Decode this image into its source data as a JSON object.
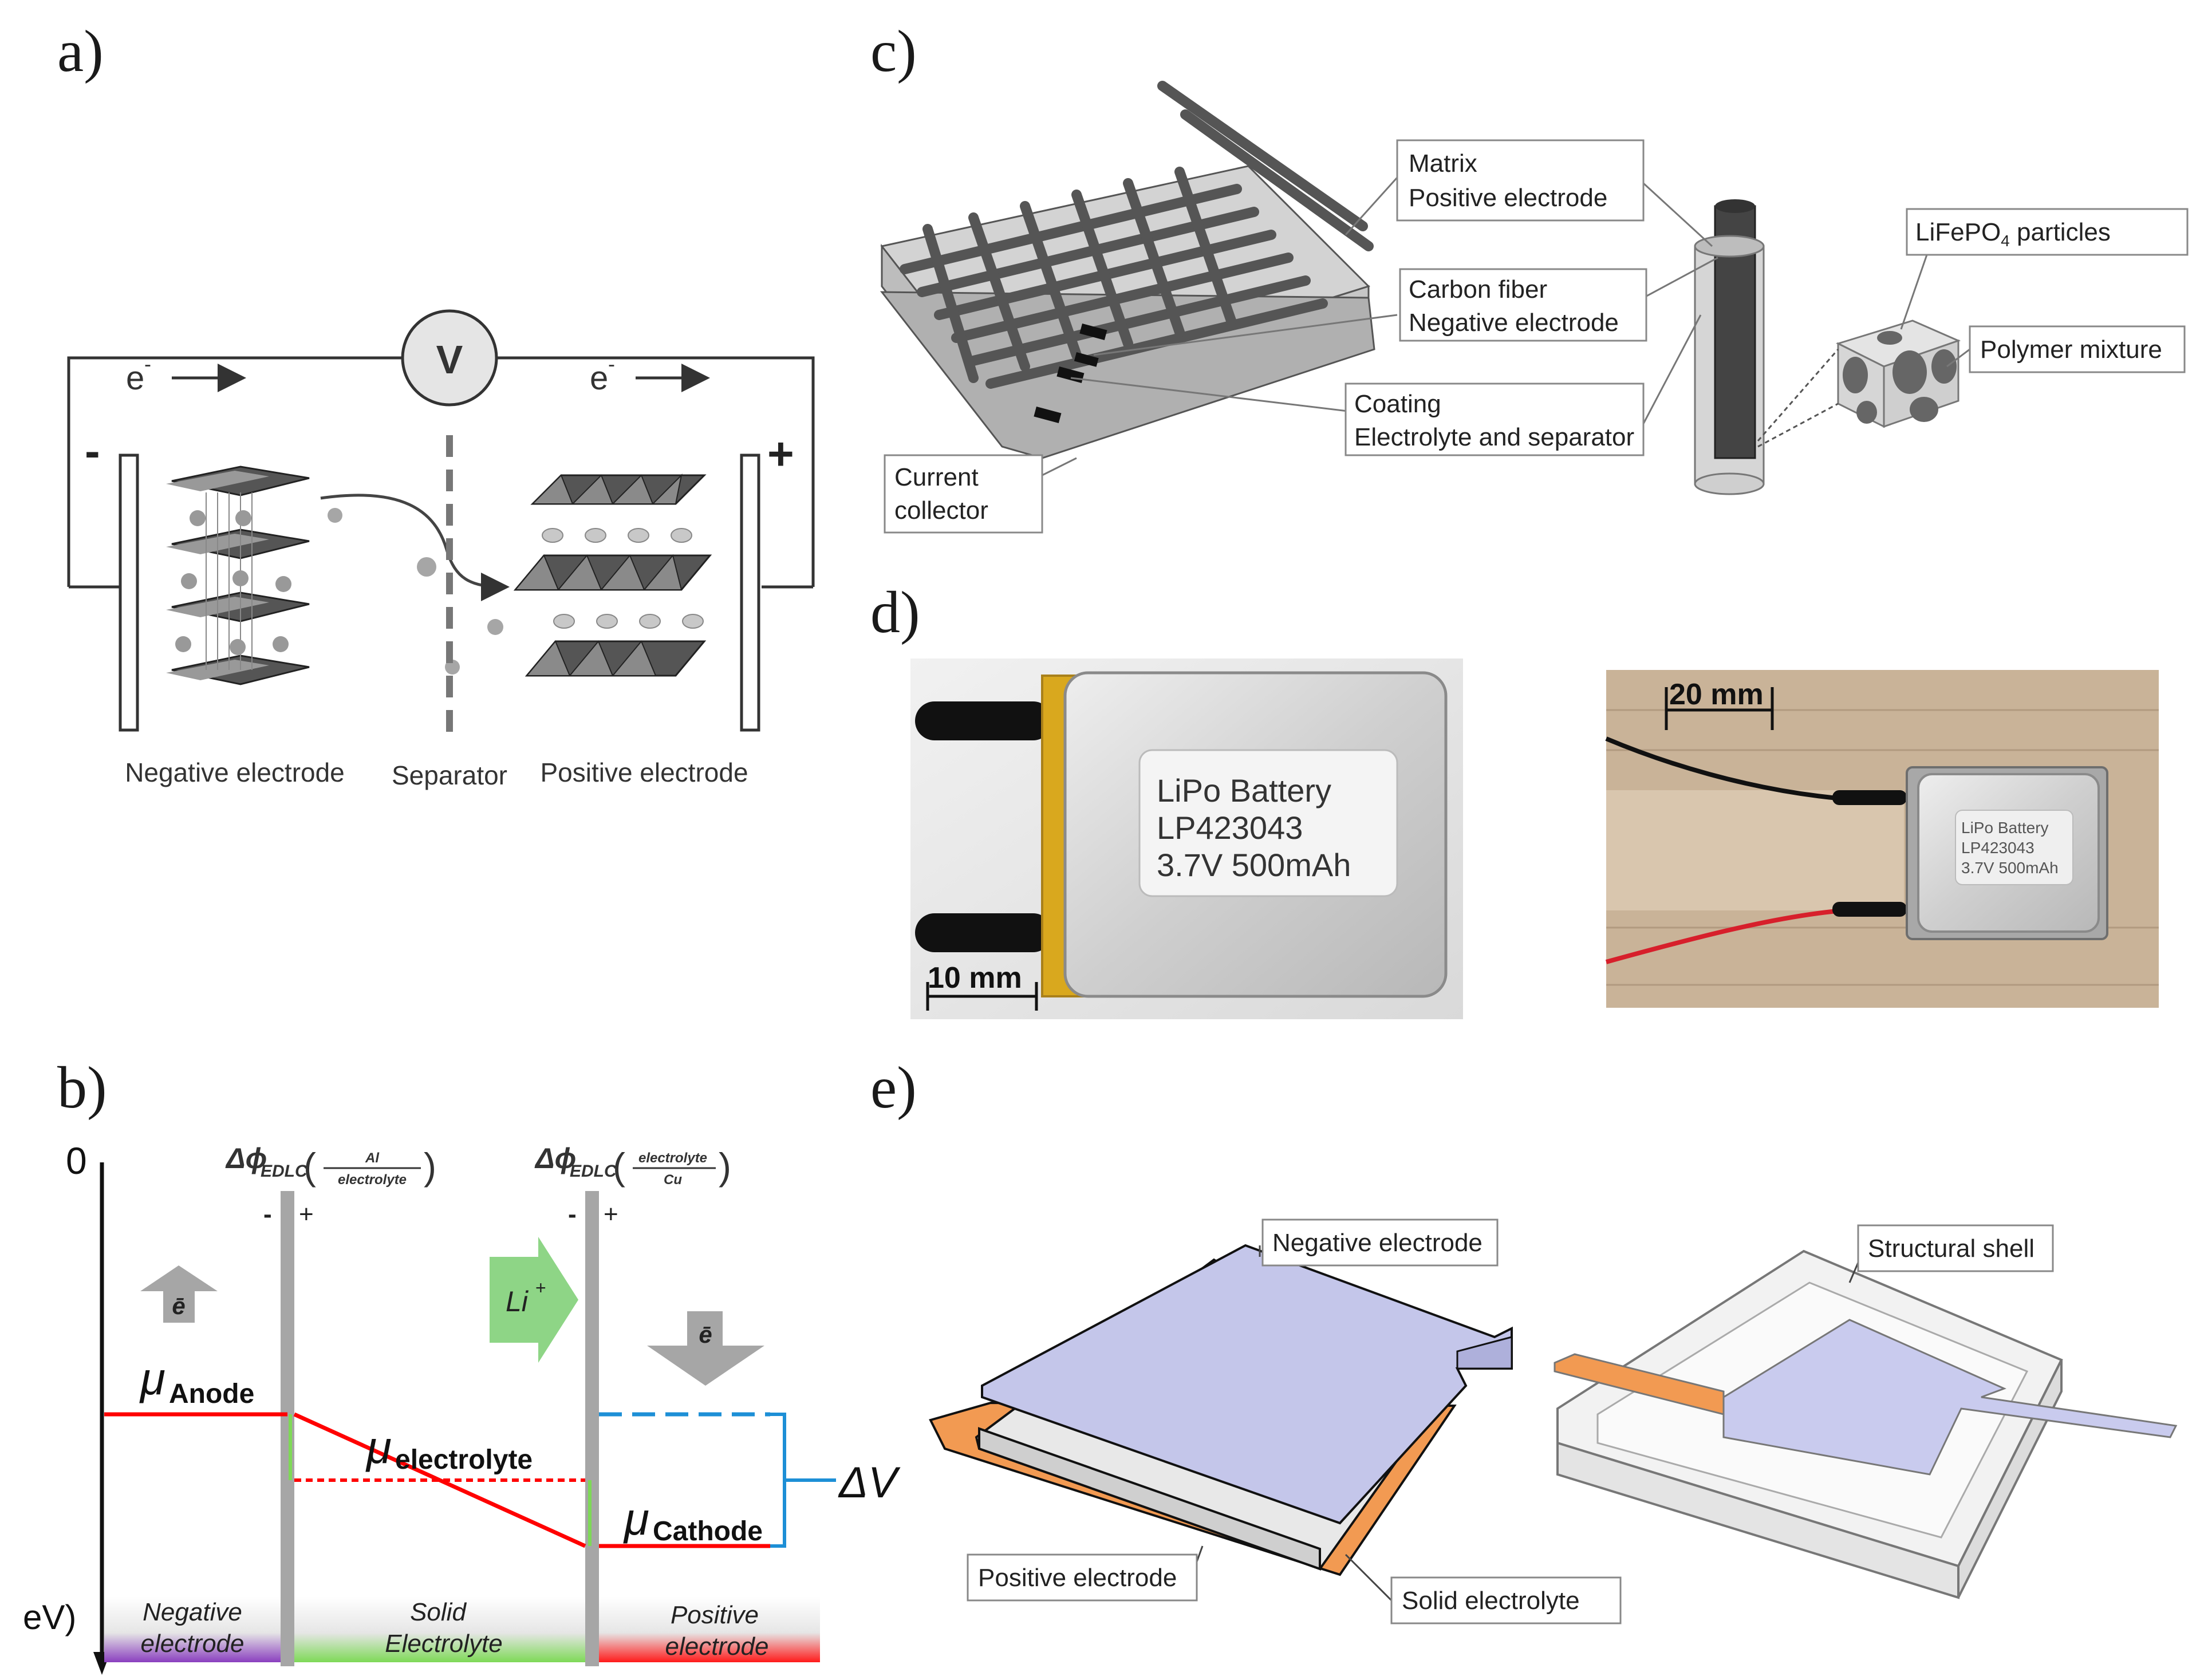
{
  "panels": {
    "a": {
      "letter": "a)",
      "voltmeter": "V",
      "electron_left": "e",
      "electron_right": "e",
      "electron_sup": "-",
      "minus_sign": "-",
      "plus_sign": "+",
      "label_negative": "Negative electrode",
      "label_separator": "Separator",
      "label_positive": "Positive electrode"
    },
    "b": {
      "letter": "b)",
      "zero": "0",
      "ev_axis": "eV)",
      "edlc1_delta": "Δϕ",
      "edlc1_sub": "EDLC",
      "edlc1_num": "Al",
      "edlc1_den": "electrolyte",
      "edlc2_delta": "Δϕ",
      "edlc2_sub": "EDLC",
      "edlc2_num": "electrolyte",
      "edlc2_den": "Cu",
      "wall_minus": "-",
      "wall_plus": "+",
      "electron_up": "ē",
      "electron_down": "ē",
      "li_ion": "Li",
      "li_sup": "+",
      "mu": "μ",
      "mu_anode": "Anode",
      "mu_electrolyte": "electrolyte",
      "mu_cathode": "Cathode",
      "delta_v": "ΔV",
      "bar_negative_1": "Negative",
      "bar_negative_2": "electrode",
      "bar_solid_1": "Solid",
      "bar_solid_2": "Electrolyte",
      "bar_positive_1": "Positive",
      "bar_positive_2": "electrode",
      "colors": {
        "red": "#ff0000",
        "green": "#7ed957",
        "blue": "#1d8fd6",
        "purple": "#8a3fbf"
      }
    },
    "c": {
      "letter": "c)",
      "matrix_1": "Matrix",
      "matrix_2": "Positive electrode",
      "fiber_1": "Carbon fiber",
      "fiber_2": "Negative electrode",
      "coating_1": "Coating",
      "coating_2": "Electrolyte and separator",
      "collector_1": "Current",
      "collector_2": "collector",
      "particles_a": "LiFePO",
      "particles_sub": "4",
      "particles_b": " particles",
      "polymer": "Polymer mixture"
    },
    "d": {
      "letter": "d)",
      "battery_1": "LiPo  Battery",
      "battery_2": "LP423043",
      "battery_3": "3.7V 500mAh",
      "scale_left": "10 mm",
      "scale_right": "20 mm"
    },
    "e": {
      "letter": "e)",
      "negative": "Negative electrode",
      "positive": "Positive electrode",
      "solid": "Solid electrolyte",
      "shell": "Structural shell"
    }
  }
}
